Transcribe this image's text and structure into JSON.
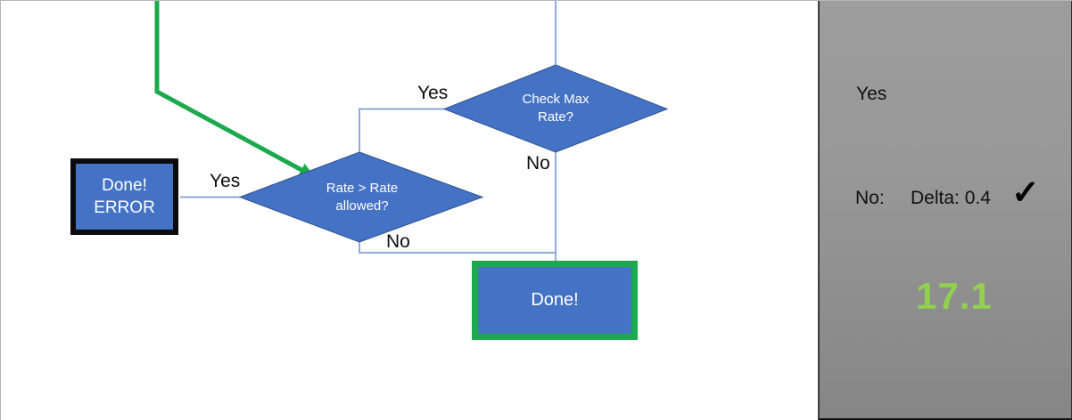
{
  "colors": {
    "shape_blue_fill": "#4472C4",
    "shape_blue_border": "#2F528F",
    "connector_blue": "#6E8FCB",
    "flow_green": "#1CA94E",
    "arrow_gray": "#595959",
    "result_green": "#92D050",
    "panel_gray": "#999999",
    "error_box_border": "#0b0b0b"
  },
  "flowchart": {
    "check_max_diamond": {
      "label": "Check Max Rate?",
      "yes_label": "Yes",
      "no_label": "No"
    },
    "rate_allowed_diamond": {
      "label": "Rate > Rate allowed?",
      "yes_label": "Yes",
      "no_label": "No"
    },
    "done_error_box": {
      "line1": "Done!",
      "line2": "ERROR"
    },
    "done_box": {
      "label": "Done!"
    }
  },
  "side_panel": {
    "yes_label": "Yes",
    "no_label": "No:",
    "delta_text": "Delta: 0.4",
    "checkmark_icon": "✓",
    "result_value": "17.1"
  }
}
